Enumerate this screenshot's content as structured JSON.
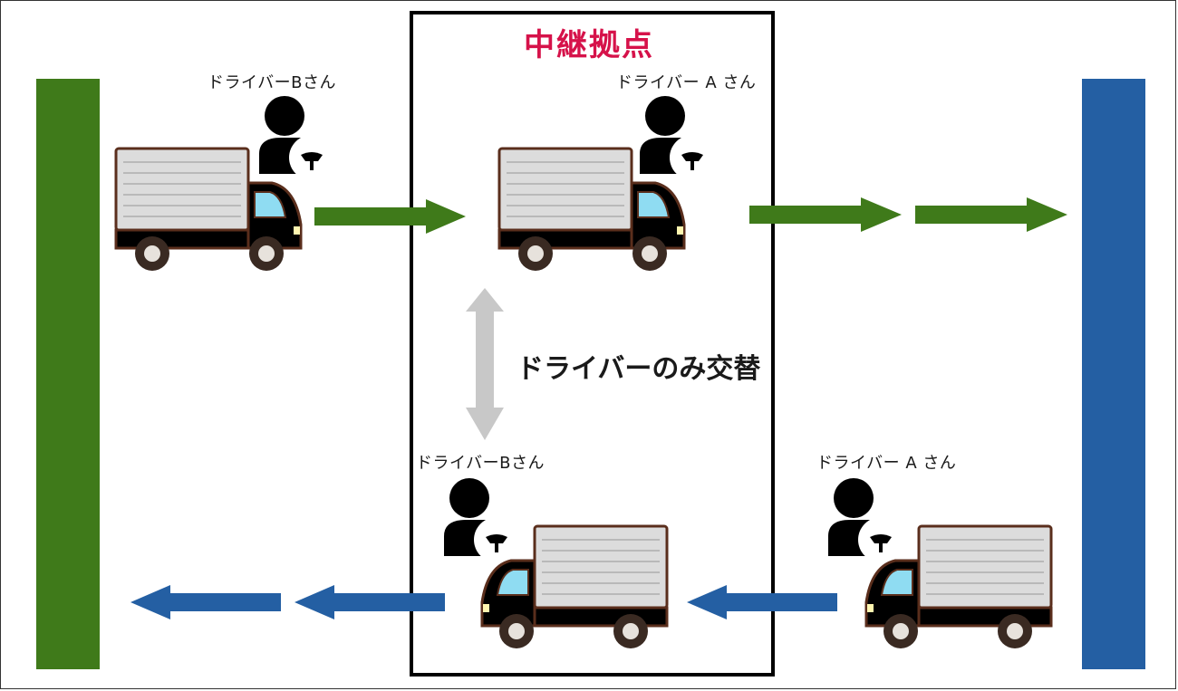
{
  "hub": {
    "title": "中継拠点"
  },
  "swap_label": "ドライバーのみ交替",
  "drivers": {
    "top_left": "ドライバーBさん",
    "top_hub": "ドライバー A さん",
    "bottom_hub": "ドライバーBさん",
    "bottom_right": "ドライバー A さん"
  },
  "colors": {
    "green_dark": "#3f7a1a",
    "blue_dark": "#245fa3",
    "hub_title": "#d6124a",
    "truck_green": "#22c21e",
    "truck_blue": "#1f6ee6",
    "swap_arrow": "#c8c8c8"
  },
  "icons": [
    "driver-icon",
    "steering-wheel-icon",
    "truck-icon",
    "arrow-icon"
  ]
}
